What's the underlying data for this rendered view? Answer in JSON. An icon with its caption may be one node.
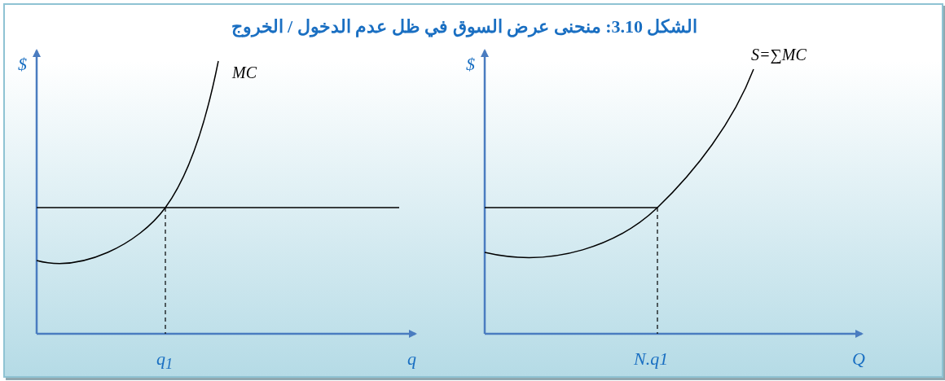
{
  "diagram": {
    "title": "الشكل 3.10: منحنى عرض السوق في ظل عدم الدخول / الخروج",
    "labels": [
      "$",
      "MC",
      "$",
      "S=∑MC",
      "q$_{1}$",
      "q",
      "N.q1",
      "Q"
    ]
  }
}
